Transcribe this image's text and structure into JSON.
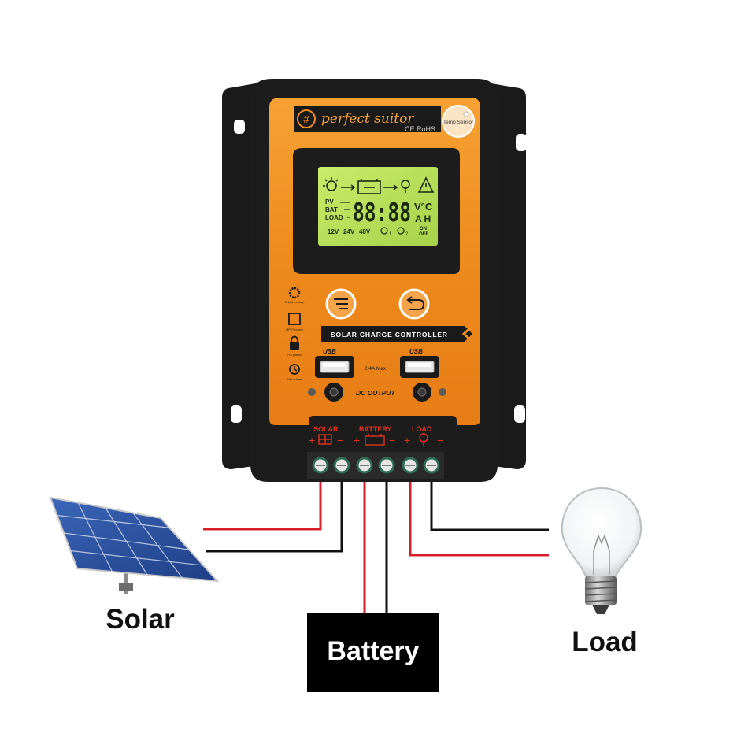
{
  "controller": {
    "brand": "perfect suitor",
    "cert": "CE RoHS",
    "temp_sensor": "Temp Sensor",
    "title": "SOLAR CHARGE CONTROLLER",
    "usb_left": "USB",
    "usb_right": "USB",
    "usb_current": "2.4A Max",
    "dc_output": "DC OUTPUT",
    "side_labels": [
      "Settable voltage",
      "MPPT control",
      "Full protect",
      "Built-in timer"
    ],
    "lcd": {
      "rows": [
        "PV",
        "BAT",
        "LOAD"
      ],
      "digits": "88:88",
      "unit_top": "V°C",
      "unit_bottom": "A H",
      "voltages": [
        "12V",
        "24V",
        "48V"
      ],
      "on": "ON",
      "off": "OFF",
      "timer1": "1",
      "timer2": "2"
    },
    "terminals": {
      "solar": "SOLAR",
      "battery": "BATTERY",
      "load": "LOAD",
      "plus": "+",
      "minus": "−"
    }
  },
  "labels": {
    "solar": "Solar",
    "battery": "Battery",
    "load": "Load"
  },
  "colors": {
    "panel_orange": "#f08c1e",
    "case_black": "#1c1c1c",
    "lcd_green": "#b8e05a",
    "wire_red": "#d81e2a",
    "wire_black": "#111111",
    "terminal_red": "#e2321e"
  }
}
